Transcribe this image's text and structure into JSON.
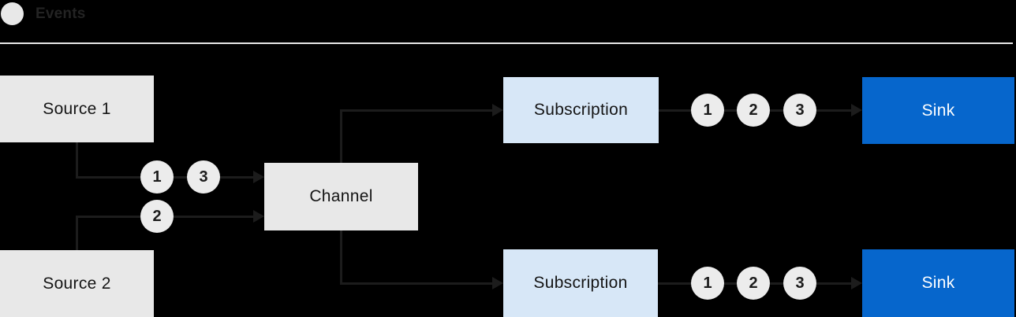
{
  "legend": {
    "label": "Events"
  },
  "nodes": {
    "source_1": {
      "label": "Source 1"
    },
    "source_2": {
      "label": "Source 2"
    },
    "channel": {
      "label": "Channel"
    },
    "subscription_top": {
      "label": "Subscription"
    },
    "subscription_bottom": {
      "label": "Subscription"
    },
    "sink_top": {
      "label": "Sink"
    },
    "sink_bottom": {
      "label": "Sink"
    }
  },
  "event_markers": {
    "source_1_to_channel": [
      "1",
      "3"
    ],
    "source_2_to_channel": [
      "2"
    ],
    "subscription_top_to_sink": [
      "1",
      "2",
      "3"
    ],
    "subscription_bottom_to_sink": [
      "1",
      "2",
      "3"
    ]
  },
  "colors": {
    "background": "#000000",
    "node_gray": "#e8e8e8",
    "subscription_blue_light": "#d7e7f7",
    "sink_blue": "#0666cc",
    "connector_line": "#1c1c1c",
    "separator_line": "#e7e7e7",
    "text_dark": "#151515",
    "text_light": "#ffffff",
    "event_circle_gray": "#ececec"
  }
}
